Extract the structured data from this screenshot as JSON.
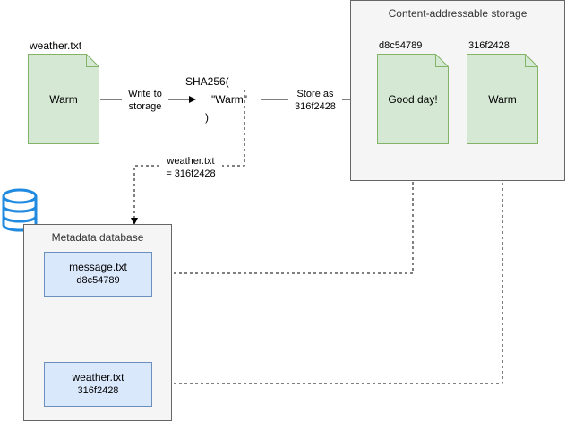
{
  "source_file": {
    "filename": "weather.txt",
    "content": "Warm"
  },
  "write_label": {
    "line1": "Write to",
    "line2": "storage"
  },
  "hash_expr": {
    "line1": "SHA256(",
    "line2": "\"Warm\"",
    "line3": ")"
  },
  "store_label": {
    "line1": "Store as",
    "line2": "316f2428"
  },
  "assign_label": {
    "line1": "weather.txt",
    "line2": "= 316f2428"
  },
  "storage": {
    "title": "Content-addressable storage",
    "blobs": [
      {
        "hash": "d8c54789",
        "content": "Good day!"
      },
      {
        "hash": "316f2428",
        "content": "Warm"
      }
    ]
  },
  "metadata": {
    "title": "Metadata database",
    "records": [
      {
        "name": "message.txt",
        "hash": "d8c54789"
      },
      {
        "name": "weather.txt",
        "hash": "316f2428"
      }
    ]
  },
  "colors": {
    "file_fill": "#d5e8d4",
    "file_stroke": "#82b366",
    "record_fill": "#dae8fc",
    "record_stroke": "#6c8ebf",
    "panel_fill": "#f5f5f5",
    "panel_stroke": "#666666",
    "db_icon": "#1f8ae0"
  }
}
